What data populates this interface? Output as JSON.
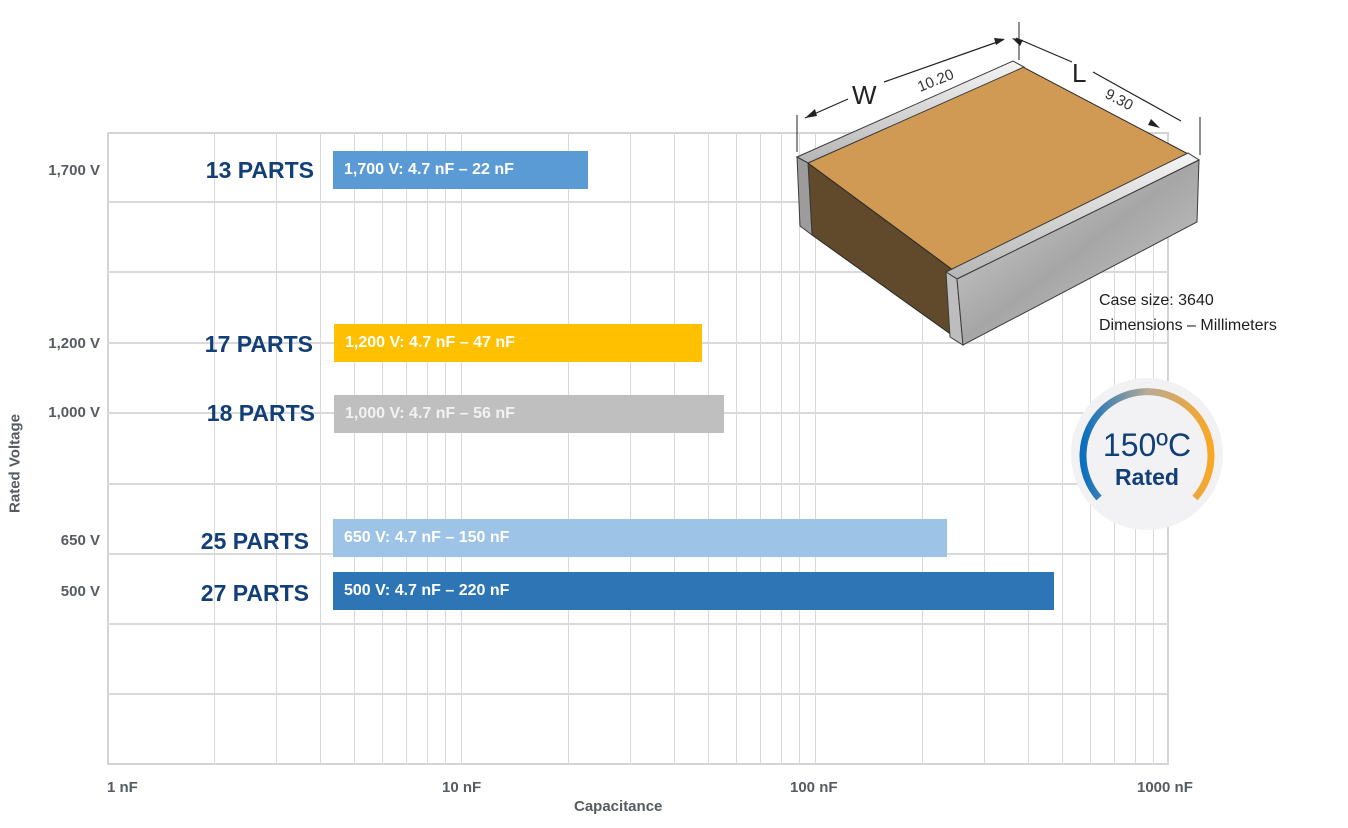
{
  "chart_data": {
    "type": "bar",
    "orientation": "horizontal",
    "xscale": "log",
    "xlabel": "Capacitance",
    "ylabel": "Rated Voltage",
    "xlim": [
      1,
      1000
    ],
    "x_ticks": [
      "1 nF",
      "10 nF",
      "100 nF",
      "1000 nF"
    ],
    "grid": true,
    "categories": [
      "1,700 V",
      "1,200 V",
      "1,000 V",
      "650 V",
      "500 V"
    ],
    "series": [
      {
        "voltage": "1,700 V",
        "parts": 13,
        "min_nF": 4.7,
        "max_nF": 22,
        "label": "1,700 V: 4.7 nF – 22 nF",
        "color": "#5b9bd5"
      },
      {
        "voltage": "1,200 V",
        "parts": 17,
        "min_nF": 4.7,
        "max_nF": 47,
        "label": "1,200 V: 4.7 nF – 47 nF",
        "color": "#ffc000"
      },
      {
        "voltage": "1,000 V",
        "parts": 18,
        "min_nF": 4.7,
        "max_nF": 56,
        "label": "1,000 V: 4.7 nF – 56 nF",
        "color": "#bfbfbf"
      },
      {
        "voltage": "650 V",
        "parts": 25,
        "min_nF": 4.7,
        "max_nF": 150,
        "label": "650 V: 4.7 nF – 150 nF",
        "color": "#9dc3e6"
      },
      {
        "voltage": "500 V",
        "parts": 27,
        "min_nF": 4.7,
        "max_nF": 220,
        "label": "500 V: 4.7 nF – 220 nF",
        "color": "#2e75b6"
      }
    ]
  },
  "axis": {
    "y_title": "Rated Voltage",
    "x_title": "Capacitance",
    "y_ticks": [
      "1,700 V",
      "1,200 V",
      "1,000 V",
      "650 V",
      "500 V"
    ],
    "x_ticks": [
      "1 nF",
      "10 nF",
      "100 nF",
      "1000 nF"
    ]
  },
  "rows": [
    {
      "parts": "13 PARTS",
      "bar": "1,700 V: 4.7 nF – 22 nF"
    },
    {
      "parts": "17 PARTS",
      "bar": "1,200 V: 4.7 nF – 47 nF"
    },
    {
      "parts": "18 PARTS",
      "bar": "1,000 V: 4.7 nF – 56 nF"
    },
    {
      "parts": "25 PARTS",
      "bar": "650 V: 4.7 nF – 150 nF"
    },
    {
      "parts": "27 PARTS",
      "bar": "500 V: 4.7 nF – 220 nF"
    }
  ],
  "component": {
    "w_label": "W",
    "w_value": "10.20",
    "l_label": "L",
    "l_value": "9.30",
    "case_size": "Case size: 3640",
    "dimensions": "Dimensions – Millimeters"
  },
  "badge": {
    "temperature": "150ºC",
    "rated": "Rated",
    "arc_cold": "#0b6fc0",
    "arc_hot": "#f9a825"
  },
  "colors": {
    "parts_text": "#123f78",
    "axis_text": "#555b61",
    "grid": "#d9d9d9"
  }
}
